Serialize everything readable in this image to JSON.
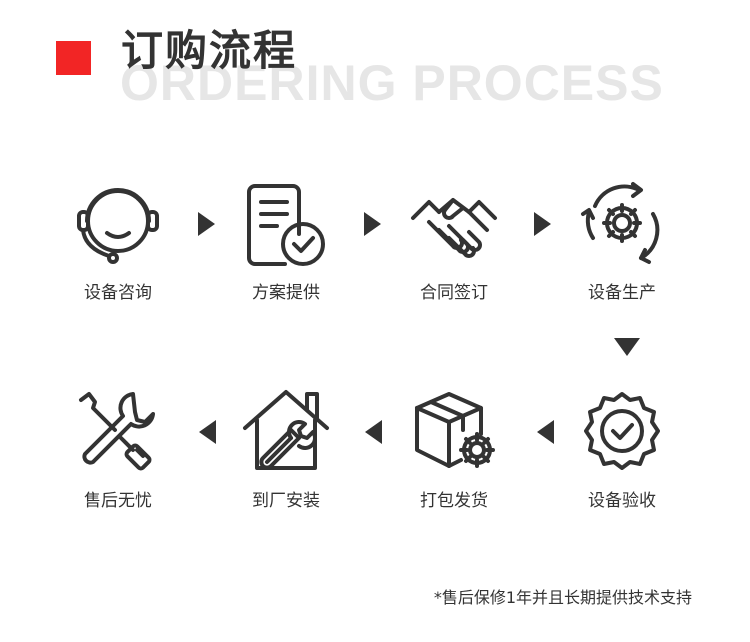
{
  "header": {
    "title": "订购流程",
    "subtitle_bg": "ORDERING PROCESS",
    "accent_color": "#f22525"
  },
  "steps": [
    {
      "label": "设备咨询",
      "icon": "headset-icon"
    },
    {
      "label": "方案提供",
      "icon": "document-check-icon"
    },
    {
      "label": "合同签订",
      "icon": "handshake-icon"
    },
    {
      "label": "设备生产",
      "icon": "gear-cycle-icon"
    },
    {
      "label": "设备验收",
      "icon": "badge-check-icon"
    },
    {
      "label": "打包发货",
      "icon": "package-gear-icon"
    },
    {
      "label": "到厂安装",
      "icon": "house-wrench-icon"
    },
    {
      "label": "售后无忧",
      "icon": "tools-icon"
    }
  ],
  "footnote": "*售后保修1年并且长期提供技术支持"
}
